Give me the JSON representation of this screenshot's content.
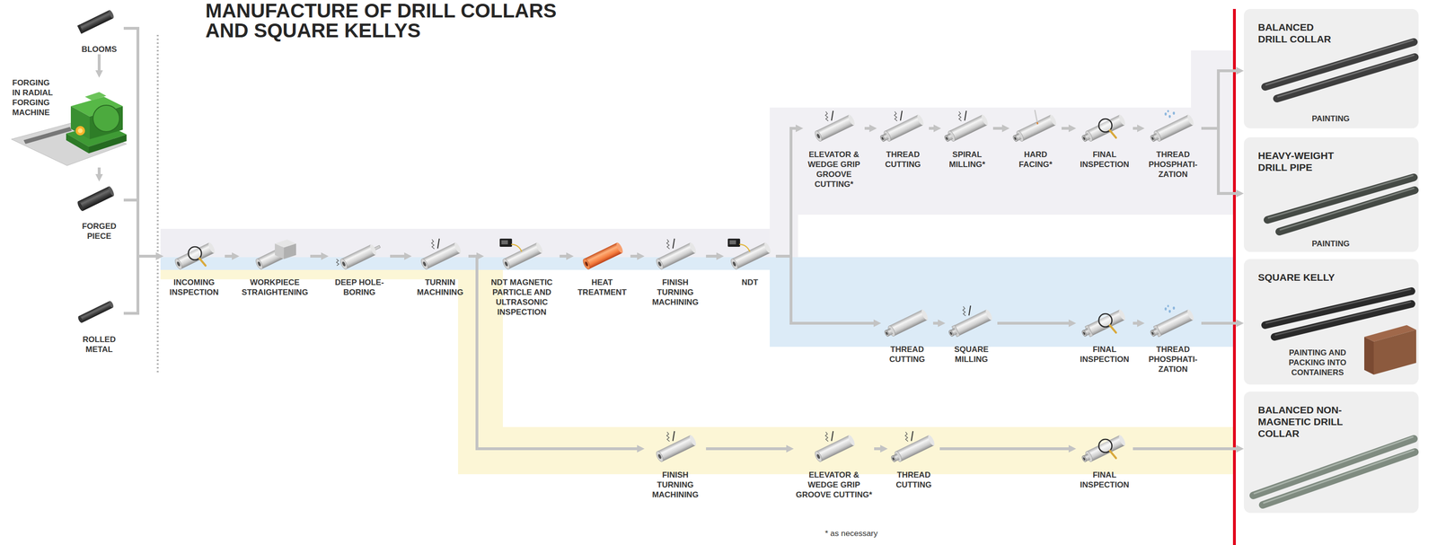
{
  "diagram": {
    "title": "MANUFACTURE OF DRILL COLLARS AND SQUARE KELLYS",
    "nodes": [
      {
        "text": [
          "BLOOMS"
        ]
      },
      {
        "text": [
          "FORGING IN RADIAL FORGING MACHINE"
        ]
      },
      {
        "text": [
          "FORGED PIECE"
        ]
      },
      {
        "text": [
          "ROLLED METAL"
        ]
      },
      {
        "text": [
          "INCOMING INSPECTION"
        ]
      },
      {
        "text": [
          "WORKPIECE STRAIGHTENING"
        ]
      },
      {
        "text": [
          "DEEP HOLE-BORING"
        ]
      },
      {
        "text": [
          "TURNIN MACHINING"
        ]
      },
      {
        "text": [
          "NDT MAGNETIC PARTICLE AND ULTRASONIC INSPECTION"
        ]
      },
      {
        "text": [
          "HEAT TREATMENT"
        ]
      },
      {
        "text": [
          "FINISH TURNING MACHINING"
        ]
      },
      {
        "text": [
          "NDT"
        ]
      },
      {
        "text": [
          "ELEVATOR & WEDGE GRIP GROOVE CUTTING*"
        ]
      },
      {
        "text": [
          "THREAD CUTTING"
        ]
      },
      {
        "text": [
          "SPIRAL MILLING*"
        ]
      },
      {
        "text": [
          "HARD FACING*"
        ]
      },
      {
        "text": [
          "FINAL INSPECTION"
        ]
      },
      {
        "text": [
          "THREAD PHOSPHATI- ZATION"
        ]
      },
      {
        "text": [
          "THREAD CUTTING"
        ]
      },
      {
        "text": [
          "SQUARE MILLING"
        ]
      },
      {
        "text": [
          "FINAL INSPECTION"
        ]
      },
      {
        "text": [
          "THREAD PHOSPHATI- ZATION"
        ]
      },
      {
        "text": [
          "FINISH TURNING MACHINING"
        ]
      },
      {
        "text": [
          "ELEVATOR & WEDGE GRIP GROOVE CUTTING*"
        ]
      },
      {
        "text": [
          "THREAD CUTTING"
        ]
      },
      {
        "text": [
          "FINAL INSPECTION"
        ]
      },
      {
        "text": [
          "BALANCED DRILL COLLAR",
          "PAINTING"
        ]
      },
      {
        "text": [
          "HEAVY-WEIGHT DRILL PIPE",
          "PAINTING"
        ]
      },
      {
        "text": [
          "SQUARE KELLY",
          "PAINTING AND PACKING INTO CONTAINERS"
        ]
      },
      {
        "text": [
          "BALANCED NON-MAGNETIC DRILL COLLAR"
        ]
      }
    ],
    "edges": [
      {
        "from": 0,
        "to": 1,
        "arrow": "to"
      },
      {
        "from": 1,
        "to": 2,
        "arrow": "to"
      },
      {
        "from": 0,
        "to": 4,
        "arrow": "to"
      },
      {
        "from": 2,
        "to": 4,
        "arrow": "to"
      },
      {
        "from": 3,
        "to": 4,
        "arrow": "to"
      },
      {
        "from": 4,
        "to": 5,
        "arrow": "to"
      },
      {
        "from": 5,
        "to": 6,
        "arrow": "to"
      },
      {
        "from": 6,
        "to": 7,
        "arrow": "to"
      },
      {
        "from": 7,
        "to": 8,
        "arrow": "to"
      },
      {
        "from": 8,
        "to": 9,
        "arrow": "to"
      },
      {
        "from": 9,
        "to": 10,
        "arrow": "to"
      },
      {
        "from": 10,
        "to": 11,
        "arrow": "to"
      },
      {
        "from": 11,
        "to": 12,
        "arrow": "to"
      },
      {
        "from": 12,
        "to": 13,
        "arrow": "to"
      },
      {
        "from": 13,
        "to": 14,
        "arrow": "to"
      },
      {
        "from": 14,
        "to": 15,
        "arrow": "to"
      },
      {
        "from": 15,
        "to": 16,
        "arrow": "to"
      },
      {
        "from": 16,
        "to": 17,
        "arrow": "to"
      },
      {
        "from": 17,
        "to": 26,
        "arrow": "to"
      },
      {
        "from": 17,
        "to": 27,
        "arrow": "to"
      },
      {
        "from": 11,
        "to": 18,
        "arrow": "to"
      },
      {
        "from": 18,
        "to": 19,
        "arrow": "to"
      },
      {
        "from": 19,
        "to": 20,
        "arrow": "to"
      },
      {
        "from": 20,
        "to": 21,
        "arrow": "to"
      },
      {
        "from": 21,
        "to": 28,
        "arrow": "to"
      },
      {
        "from": 7,
        "to": 22,
        "arrow": "to"
      },
      {
        "from": 22,
        "to": 23,
        "arrow": "to"
      },
      {
        "from": 23,
        "to": 24,
        "arrow": "to"
      },
      {
        "from": 24,
        "to": 25,
        "arrow": "to"
      },
      {
        "from": 25,
        "to": 29,
        "arrow": "to"
      }
    ],
    "labels": [
      "* as necessary"
    ]
  }
}
